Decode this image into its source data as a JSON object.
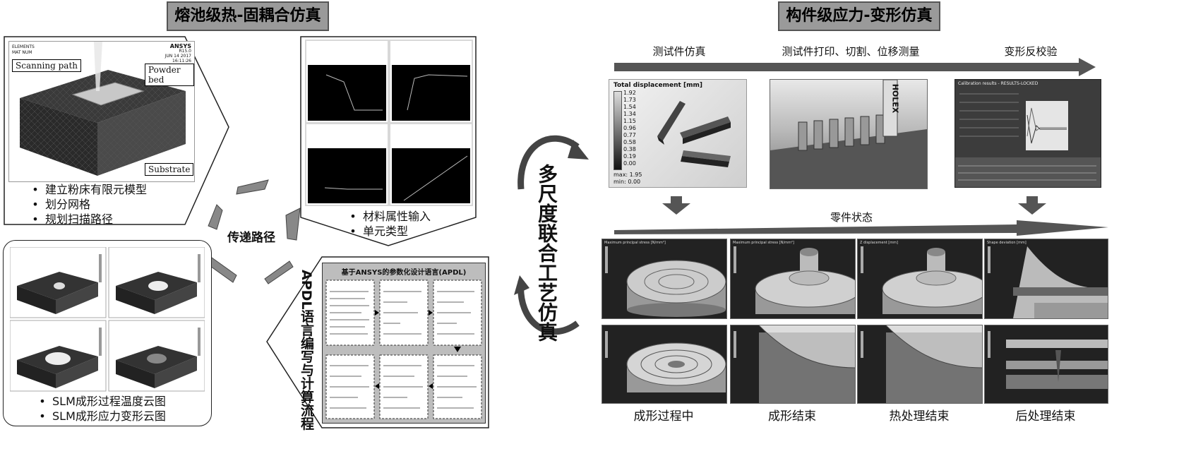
{
  "left_title": "熔池级热-固耦合仿真",
  "right_title": "构件级应力-变形仿真",
  "model_panel": {
    "header_left_1": "ELEMENTS",
    "header_left_2": "MAT  NUM",
    "header_right_1": "ANSYS",
    "header_right_2": "R15.0",
    "header_right_3": "JUN 14 2017",
    "header_right_4": "16:11:26",
    "labels": {
      "scanning_path": "Scanning path",
      "powder_bed": "Powder bed",
      "substrate": "Substrate"
    },
    "bullets": [
      "建立粉床有限元模型",
      "划分网格",
      "规划扫描路径"
    ]
  },
  "material_panel": {
    "bullets": [
      "材料属性输入",
      "单元类型"
    ]
  },
  "transfer_label": "传递路径",
  "cloud_panel": {
    "bullets": [
      "SLM成形过程温度云图",
      "SLM成形应力变形云图"
    ]
  },
  "apdl_panel": {
    "vertical_label": "APDL语言编写与计算流程",
    "title": "基于ANSYS的参数化设计语言(APDL)"
  },
  "center_vertical": "多尺度联合工艺仿真",
  "top_steps": [
    "测试件仿真",
    "测试件打印、切割、位移测量",
    "变形反校验"
  ],
  "displacement_panel": {
    "title": "Total displacement [mm]",
    "scale": [
      "1.92",
      "1.73",
      "1.54",
      "1.34",
      "1.15",
      "0.96",
      "0.77",
      "0.58",
      "0.38",
      "0.19",
      "0.00"
    ],
    "max": "max: 1.95",
    "min": "min:  0.00"
  },
  "photo_text": "HOLEX",
  "calib_window": {
    "title": "Calibration results - RESULTS-LOCKED"
  },
  "part_state_label": "零件状态",
  "bottom_captions": [
    "成形过程中",
    "成形结束",
    "热处理结束",
    "后处理结束"
  ],
  "sim_titles": [
    "Maximum principal stress [N/mm²]",
    "Maximum principal stress [N/mm²]",
    "Z displacement [mm]",
    "Shape deviation [mm]"
  ]
}
